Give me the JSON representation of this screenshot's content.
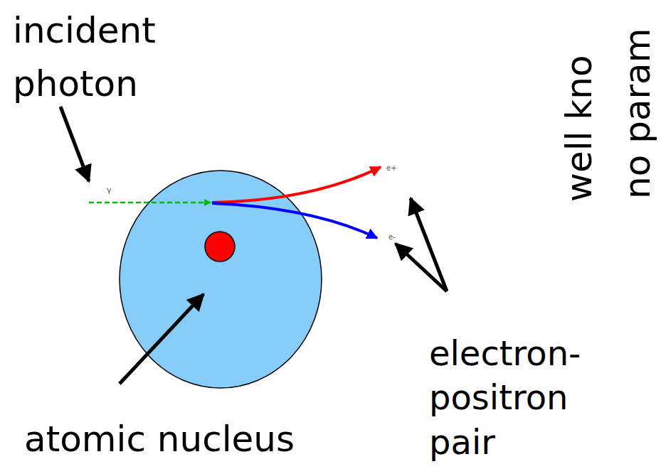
{
  "diagram": {
    "labels": [
      "incident photon",
      "γ",
      "e+",
      "e-",
      "atomic nucleus",
      "electron- positron pair",
      "well kno",
      "no param"
    ]
  }
}
